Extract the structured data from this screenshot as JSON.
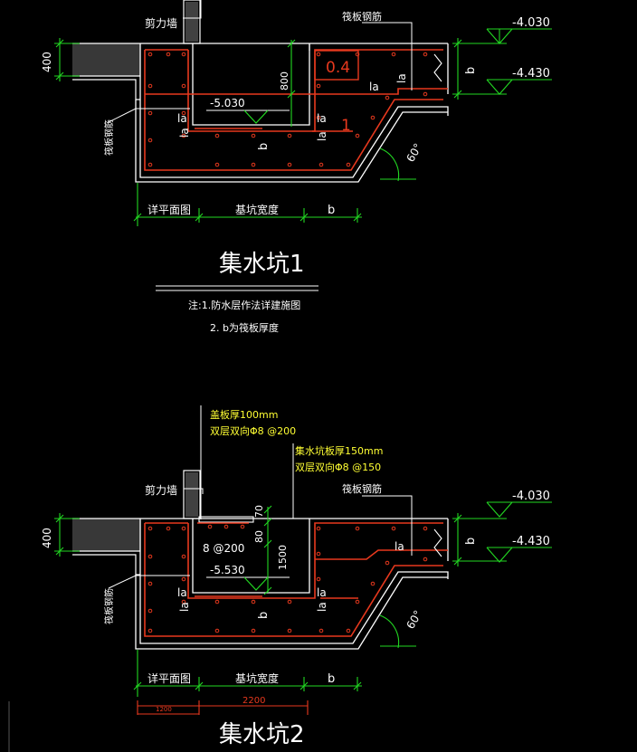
{
  "colors": {
    "background": "#000000",
    "outline": "#ffffff",
    "rebar": "#e8391e",
    "dimension": "#22d822",
    "leader_text": "#ffff33",
    "rebar_dots": "#e8391e"
  },
  "pit1": {
    "shear_wall": "剪力墙",
    "raft_rebar_top": "筏板钢筋",
    "raft_rebar_side": "筏板钢筋",
    "dim_400": "400",
    "dim_800": "800",
    "elev_top": "-4.030",
    "elev_bottom": "-4.430",
    "elev_pit": "-5.030",
    "la1": "la",
    "la2": "la",
    "la3": "la",
    "la4": "la",
    "la5": "la",
    "la6": "la",
    "b_label1": "b",
    "b_label2": "b",
    "orange_04": "0.4",
    "orange_1": "1",
    "angle": "60°",
    "dim_seg1": "详平面图",
    "dim_seg2": "基坑宽度",
    "dim_seg3": "b",
    "title": "集水坑1",
    "note1": "注:1.防水层作法详建施图",
    "note2": "2. b为筏板厚度"
  },
  "pit2": {
    "cover_note_l1": "盖板厚100mm",
    "cover_note_l2": "双层双向Φ8 @200",
    "wall_note_l1": "集水坑板厚150mm",
    "wall_note_l2": "双层双向Φ8 @150",
    "shear_wall": "剪力墙",
    "raft_rebar_top": "筏板钢筋",
    "raft_rebar_side": "筏板钢筋",
    "dim_400": "400",
    "dim_70": "70",
    "dim_80": "80",
    "dim_1500": "1500",
    "rebar_8_200": "8 @200",
    "elev_top": "-4.030",
    "elev_bottom": "-4.430",
    "elev_pit": "-5.530",
    "la1": "la",
    "la2": "la",
    "la3": "la",
    "la4": "la",
    "la5": "la",
    "b_label1": "b",
    "b_label2": "b",
    "angle": "60°",
    "dim_seg1": "详平面图",
    "dim_seg2": "基坑宽度",
    "dim_seg3": "b",
    "dim_1200": "1200",
    "dim_2200": "2200",
    "title": "集水坑2"
  }
}
